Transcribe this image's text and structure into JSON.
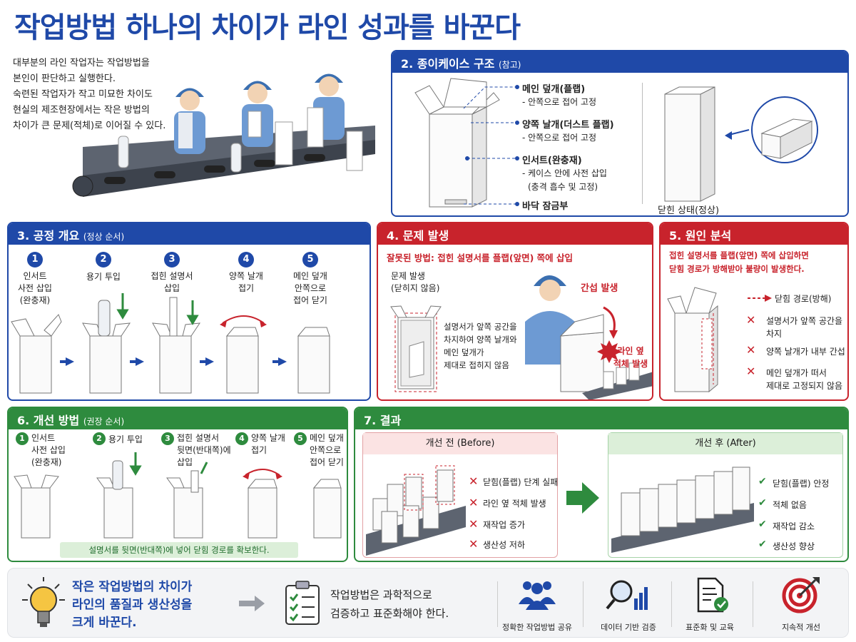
{
  "title": "작업방법 하나의 차이가 라인 성과를 바꾼다",
  "intro": [
    "대부분의 라인 작업자는 작업방법을",
    "본인이 판단하고 실행한다.",
    "숙련된 작업자가 작고 미묘한 차이도",
    "현실의 제조현장에서는 작은 방법의",
    "차이가 큰 문제(적체)로 이어질 수 있다."
  ],
  "sec2": {
    "title": "2. 종이케이스 구조",
    "title_note": "(참고)",
    "labels": [
      {
        "name": "메인 덮개(플랩)",
        "desc": [
          "- 안쪽으로 접어 고정"
        ]
      },
      {
        "name": "양쪽 날개(더스트 플랩)",
        "desc": [
          "- 안쪽으로 접어 고정"
        ]
      },
      {
        "name": "인서트(완충재)",
        "desc": [
          "- 케이스 안에 사전 삽입",
          "(충격 흡수 및 고정)"
        ]
      },
      {
        "name": "바닥 잠금부",
        "desc": []
      }
    ],
    "closed_label": "닫힌 상태(정상)"
  },
  "sec3": {
    "title": "3. 공정 개요",
    "title_note": "(정상 순서)",
    "steps": [
      {
        "num": "1",
        "lines": [
          "인서트",
          "사전 삽입",
          "(완충재)"
        ]
      },
      {
        "num": "2",
        "lines": [
          "용기 투입"
        ]
      },
      {
        "num": "3",
        "lines": [
          "접힌 설명서",
          "삽입"
        ]
      },
      {
        "num": "4",
        "lines": [
          "양쪽 날개",
          "접기"
        ]
      },
      {
        "num": "5",
        "lines": [
          "메인 덮개",
          "안쪽으로",
          "접어 닫기"
        ]
      }
    ]
  },
  "sec4": {
    "title": "4. 문제 발생",
    "wrong_method": "잘못된 방법: 접힌 설명서를 플랩(앞면) 쪽에 삽입",
    "problem_label": [
      "문제 발생",
      "(닫히지 않음)"
    ],
    "problem_desc": [
      "설명서가 앞쪽 공간을",
      "차지하여 양쪽 날개와",
      "메인 덮개가",
      "제대로 접히지 않음"
    ],
    "interference": "간섭 발생",
    "jam": [
      "라인 옆",
      "적체 발생"
    ]
  },
  "sec5": {
    "title": "5. 원인 분석",
    "summary": [
      "접힌 설명서를 플랩(앞면) 쪽에 삽입하면",
      "닫힘 경로가 방해받아 불량이 발생한다."
    ],
    "legend": "닫힘 경로(방해)",
    "causes": [
      [
        "설명서가 앞쪽 공간을",
        "차지"
      ],
      [
        "양쪽 날개가 내부 간섭"
      ],
      [
        "메인 덮개가 떠서",
        "제대로 고정되지 않음"
      ]
    ]
  },
  "sec6": {
    "title": "6. 개선 방법",
    "title_note": "(권장 순서)",
    "steps": [
      {
        "num": "1",
        "lines": [
          "인서트",
          "사전 삽입",
          "(완충재)"
        ]
      },
      {
        "num": "2",
        "lines": [
          "용기 투입"
        ]
      },
      {
        "num": "3",
        "lines": [
          "접힌 설명서",
          "뒷면(반대쪽)에",
          "삽입"
        ]
      },
      {
        "num": "4",
        "lines": [
          "양쪽 날개",
          "접기"
        ]
      },
      {
        "num": "5",
        "lines": [
          "메인 덮개",
          "안쪽으로",
          "접어 닫기"
        ]
      }
    ],
    "note": "설명서를 뒷면(반대쪽)에 넣어 닫힘 경로를 확보한다."
  },
  "sec7": {
    "title": "7. 결과",
    "before_title": "개선 전 (Before)",
    "before_items": [
      "닫힘(플랩) 단계 실패",
      "라인 옆 적체 발생",
      "재작업 증가",
      "생산성 저하"
    ],
    "after_title": "개선 후 (After)",
    "after_items": [
      "닫힘(플랩) 안정",
      "적체 없음",
      "재작업 감소",
      "생산성 향상"
    ]
  },
  "footer": {
    "message": [
      "작은 작업방법의 차이가",
      "라인의 품질과 생산성을",
      "크게 바꾼다."
    ],
    "principle": [
      "작업방법은 과학적으로",
      "검증하고 표준화해야 한다."
    ],
    "icons": [
      {
        "label": "정확한 작업방법 공유",
        "icon": "team-icon"
      },
      {
        "label": "데이터 기반 검증",
        "icon": "data-search-icon"
      },
      {
        "label": "표준화 및 교육",
        "icon": "document-check-icon"
      },
      {
        "label": "지속적 개선",
        "icon": "target-icon"
      }
    ]
  },
  "colors": {
    "blue": "#1f49a8",
    "red": "#c8232c",
    "green": "#2e8b3e"
  }
}
